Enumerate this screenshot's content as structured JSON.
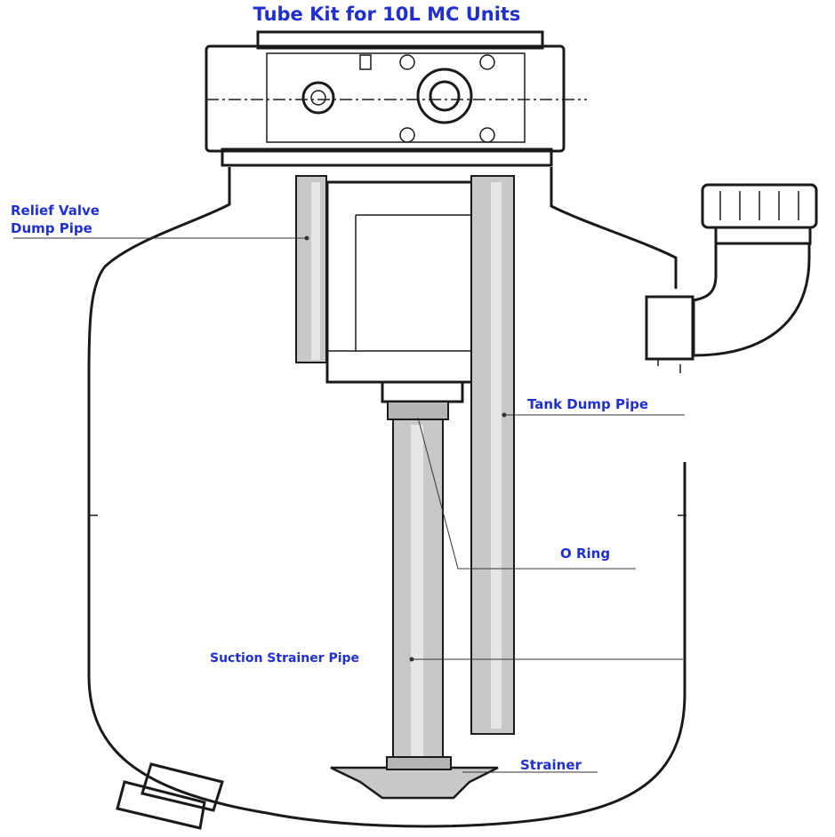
{
  "title": "Tube Kit for 10L MC Units",
  "labels": {
    "relief_valve_line1": "Relief Valve",
    "relief_valve_line2": "Dump Pipe",
    "tank_dump_pipe": "Tank Dump Pipe",
    "o_ring": "O Ring",
    "suction_strainer_pipe": "Suction Strainer Pipe",
    "strainer": "Strainer"
  },
  "colors": {
    "label": "#1f2fd0",
    "line": "#1a1a1a",
    "pipe_fill": "#c8c8c8"
  }
}
